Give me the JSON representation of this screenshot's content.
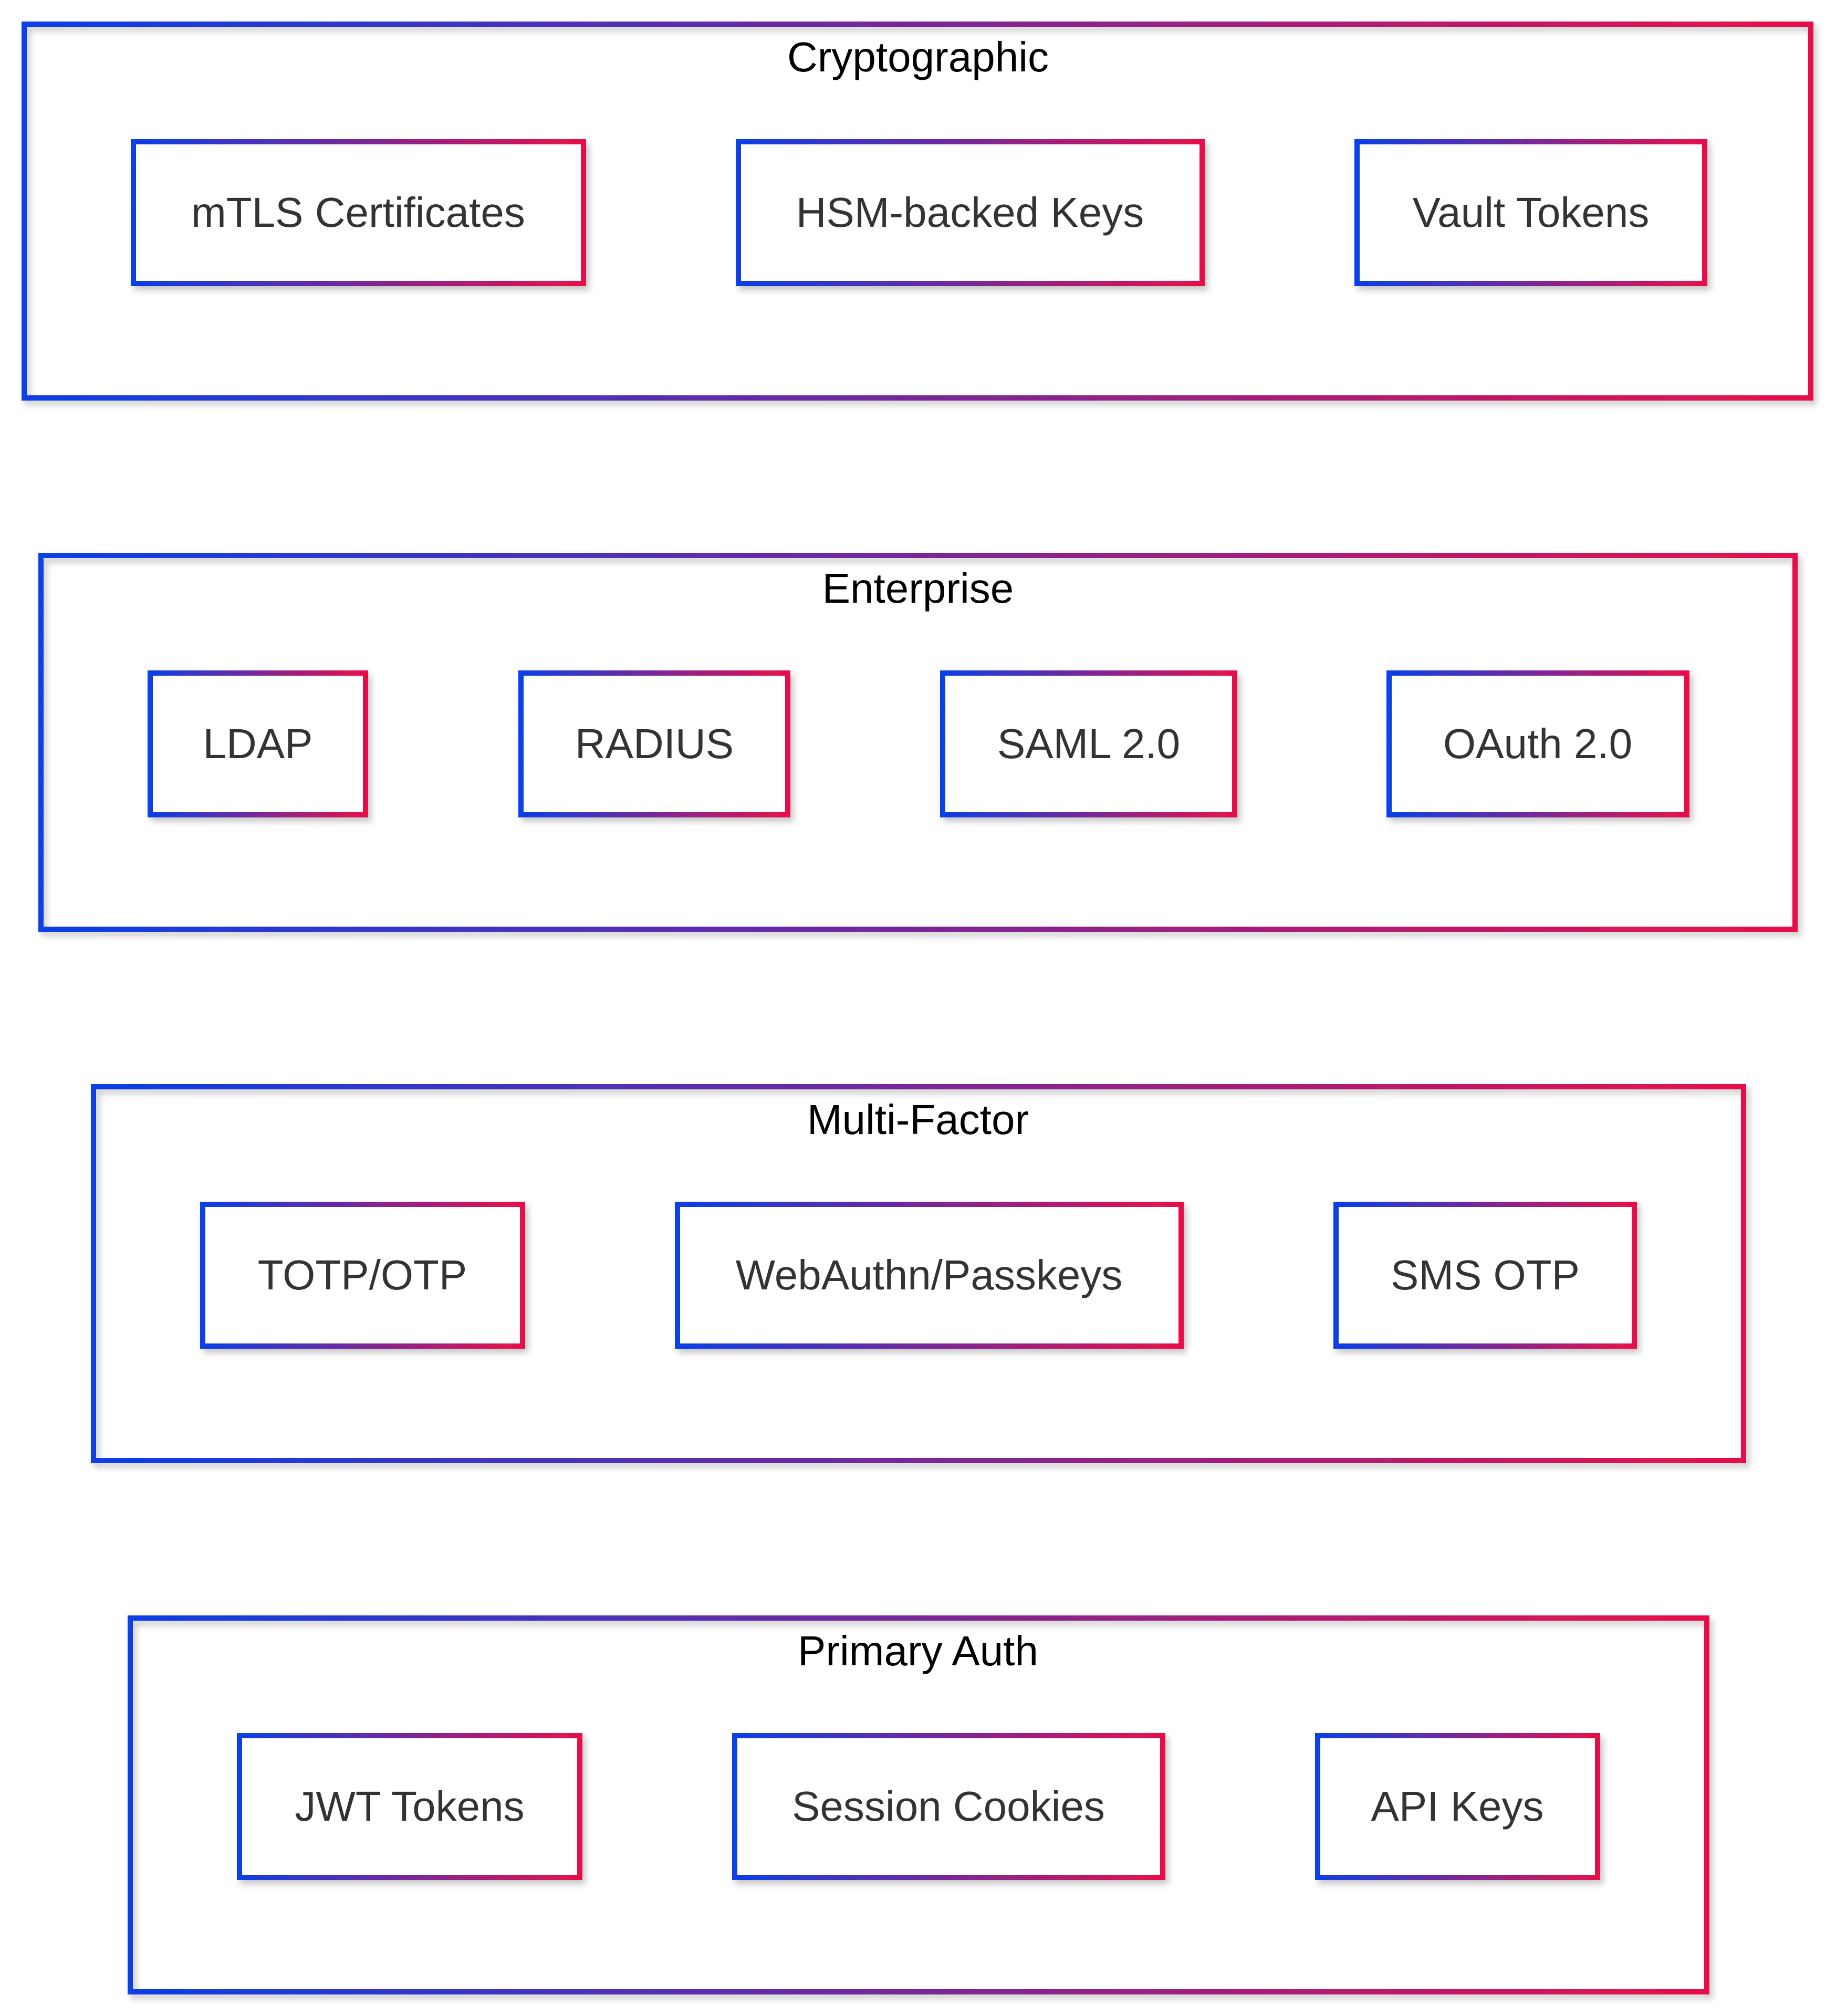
{
  "colors": {
    "gradient_start": "#0a3fe6",
    "gradient_end": "#e8104a",
    "group_title": "#000000",
    "node_text": "#333333",
    "background": "#ffffff"
  },
  "groups": [
    {
      "title": "Cryptographic",
      "nodes": [
        {
          "label": "mTLS Certificates"
        },
        {
          "label": "HSM-backed Keys"
        },
        {
          "label": "Vault Tokens"
        }
      ]
    },
    {
      "title": "Enterprise",
      "nodes": [
        {
          "label": "LDAP"
        },
        {
          "label": "RADIUS"
        },
        {
          "label": "SAML 2.0"
        },
        {
          "label": "OAuth 2.0"
        }
      ]
    },
    {
      "title": "Multi-Factor",
      "nodes": [
        {
          "label": "TOTP/OTP"
        },
        {
          "label": "WebAuthn/Passkeys"
        },
        {
          "label": "SMS OTP"
        }
      ]
    },
    {
      "title": "Primary Auth",
      "nodes": [
        {
          "label": "JWT Tokens"
        },
        {
          "label": "Session Cookies"
        },
        {
          "label": "API Keys"
        }
      ]
    }
  ]
}
